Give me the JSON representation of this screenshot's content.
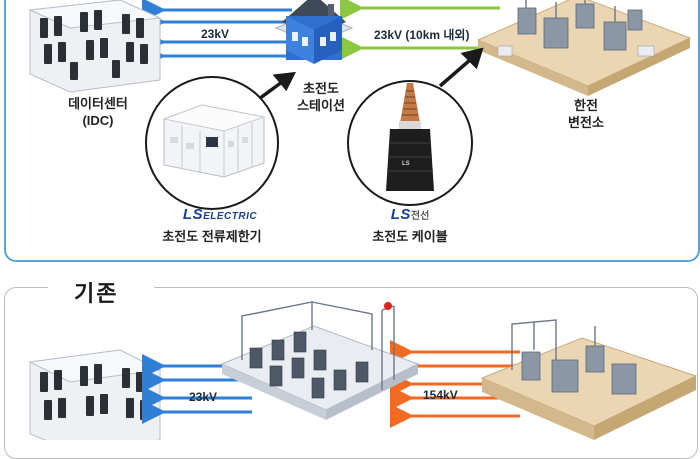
{
  "top": {
    "datacenter_label_line1": "데이터센터",
    "datacenter_label_line2": "(IDC)",
    "left_voltage": "23kV",
    "right_voltage": "23kV (10km 내외)",
    "station_label_line1": "초전도",
    "station_label_line2": "스테이션",
    "substation_label_line1": "한전",
    "substation_label_line2": "변전소",
    "limiter_brand_ls": "LS",
    "limiter_brand_electric": "ELECTRIC",
    "limiter_caption": "초전도 전류제한기",
    "cable_brand_ls": "LS",
    "cable_brand_word": "전선",
    "cable_caption": "초전도 케이블"
  },
  "bottom": {
    "section_title": "기존",
    "left_voltage": "23kV",
    "right_voltage": "154kV"
  },
  "colors": {
    "frame_blue": "#5aa3d8",
    "line_blue": "#2f7fd6",
    "line_green": "#8dc63f",
    "line_orange": "#f26a21",
    "ls_red": "#e2231a",
    "ls_navy": "#1b3f8f"
  }
}
